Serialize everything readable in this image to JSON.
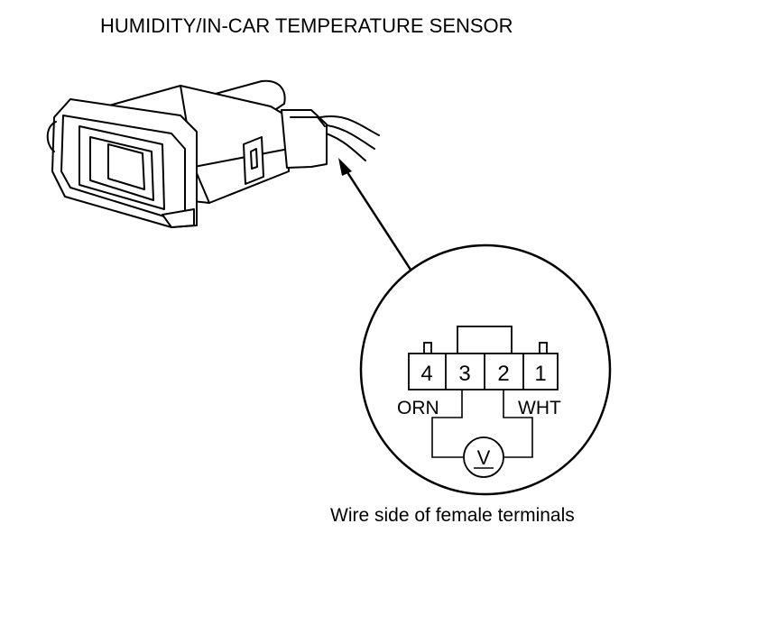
{
  "diagram": {
    "title": "HUMIDITY/IN-CAR TEMPERATURE SENSOR",
    "caption": "Wire side of female terminals",
    "connector": {
      "terminals": [
        "4",
        "3",
        "2",
        "1"
      ]
    },
    "wire_colors": {
      "left": "ORN",
      "right": "WHT"
    },
    "meter": {
      "symbol": "V"
    }
  }
}
